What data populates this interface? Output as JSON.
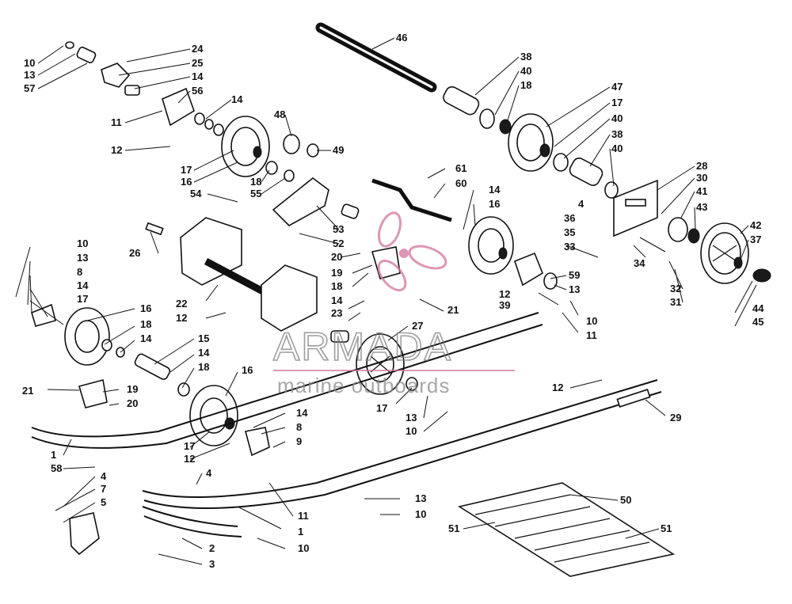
{
  "watermark": {
    "brand": "ARMADA",
    "tagline": "marine outboards",
    "color": "#d4749e"
  },
  "callouts": [
    "10",
    "13",
    "57",
    "24",
    "25",
    "14",
    "56",
    "46",
    "38",
    "40",
    "18",
    "47",
    "17",
    "40",
    "38",
    "40",
    "14",
    "48",
    "49",
    "11",
    "12",
    "17",
    "16",
    "18",
    "55",
    "54",
    "53",
    "52",
    "61",
    "60",
    "14",
    "16",
    "4",
    "36",
    "35",
    "33",
    "28",
    "30",
    "41",
    "43",
    "42",
    "37",
    "34",
    "32",
    "31",
    "44",
    "45",
    "26",
    "20",
    "19",
    "18",
    "14",
    "23",
    "22",
    "12",
    "10",
    "13",
    "8",
    "14",
    "17",
    "16",
    "18",
    "14",
    "15",
    "14",
    "18",
    "16",
    "27",
    "21",
    "12",
    "59",
    "13",
    "39",
    "10",
    "11",
    "21",
    "19",
    "20",
    "17",
    "13",
    "10",
    "12",
    "29",
    "14",
    "8",
    "9",
    "17",
    "12",
    "1",
    "58",
    "4",
    "7",
    "5",
    "4",
    "13",
    "10",
    "11",
    "1",
    "2",
    "3",
    "10",
    "50",
    "51",
    "51"
  ],
  "colors": {
    "ink": "#111111",
    "background": "#ffffff"
  }
}
